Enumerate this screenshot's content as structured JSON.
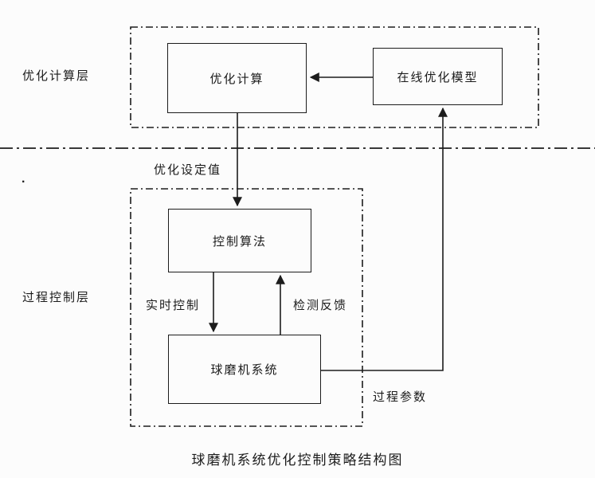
{
  "colors": {
    "ink": "#1c1c1c",
    "paper": "#fcfcfc"
  },
  "layers": {
    "optimization": {
      "label": "优化计算层"
    },
    "process": {
      "label": "过程控制层"
    }
  },
  "nodes": {
    "optimization_computation": {
      "label": "优化计算"
    },
    "online_optimization_model": {
      "label": "在线优化模型"
    },
    "control_algorithm": {
      "label": "控制算法"
    },
    "ball_mill_system": {
      "label": "球磨机系统"
    }
  },
  "edge_labels": {
    "optimized_setpoint": "优化设定值",
    "realtime_control": "实时控制",
    "detection_feedback": "检测反馈",
    "process_parameters": "过程参数"
  },
  "caption": "球磨机系统优化控制策略结构图",
  "artifact_dot": "."
}
